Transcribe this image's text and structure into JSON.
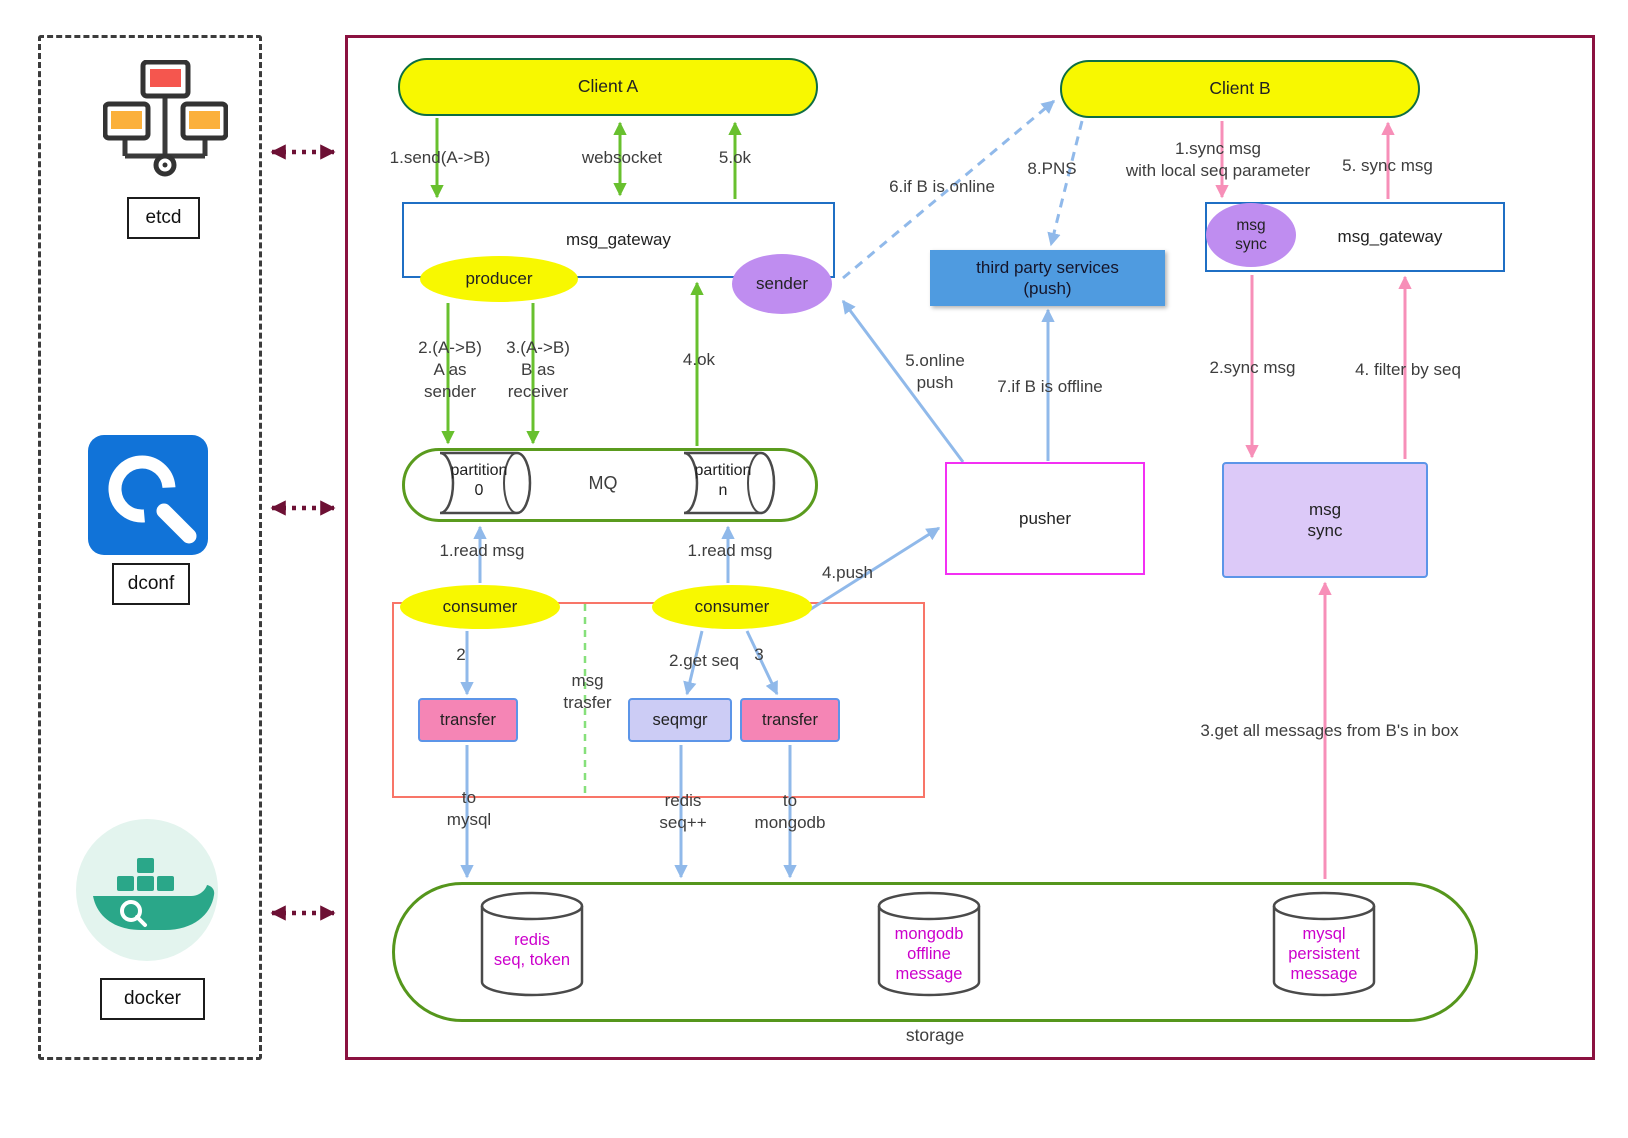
{
  "palette": {
    "main_border": "#8b1240",
    "green_arrow": "#68c02e",
    "blue_arrow": "#90b9ea",
    "pink_arrow": "#f78fb8",
    "maroon_arrow": "#6d1034",
    "yellow": "#f8f800",
    "purple": "#bf8df0",
    "magenta_text": "#cc00cc"
  },
  "left_panel": {
    "etcd_label": "etcd",
    "dconf_label": "dconf",
    "docker_label": "docker"
  },
  "nodes": {
    "client_a": "Client A",
    "client_b": "Client B",
    "gateway_left": "msg_gateway",
    "producer": "producer",
    "sender": "sender",
    "third_party": "third party services\n(push)",
    "gateway_right": "msg_gateway",
    "msg_sync_badge": "msg\nsync",
    "mq": "MQ",
    "partition_0": "partition\n0",
    "partition_n": "partition\nn",
    "consumer_left": "consumer",
    "consumer_right": "consumer",
    "msg_trasfer": "msg\ntrasfer",
    "transfer_left": "transfer",
    "seqmgr": "seqmgr",
    "transfer_right": "transfer",
    "pusher": "pusher",
    "msg_sync_box": "msg\nsync",
    "storage": "storage",
    "redis": "redis\nseq, token",
    "mongodb": "mongodb\noffline\nmessage",
    "mysql": "mysql\npersistent\nmessage"
  },
  "labels": {
    "send_ab": "1.send(A->B)",
    "websocket": "websocket",
    "ok_5": "5.ok",
    "a_as_sender": "2.(A->B)\nA as\nsender",
    "b_as_receiver": "3.(A->B)\nB as\nreceiver",
    "ok_4": "4.ok",
    "read_msg_left": "1.read msg",
    "read_msg_right": "1.read msg",
    "step_2": "2",
    "get_seq": "2.get seq",
    "step_3": "3",
    "to_mysql": "to\nmysql",
    "redis_seq_inc": "redis\nseq++",
    "to_mongodb": "to\nmongodb",
    "push_4": "4.push",
    "if_b_online": "6.if B is online",
    "pns": "8.PNS",
    "online_push": "5.online\npush",
    "if_b_offline": "7.if B is offline",
    "sync_msg_local": "1.sync msg\nwith local seq parameter",
    "sync_msg_5": "5. sync msg",
    "sync_msg_2": "2.sync msg",
    "filter_by_seq": "4. filter by seq",
    "get_all_msgs": "3.get all messages from B's in box"
  }
}
